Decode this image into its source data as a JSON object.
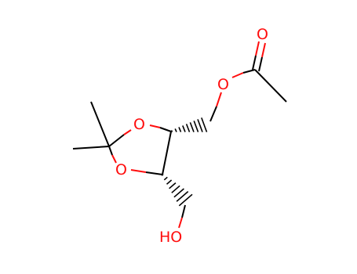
{
  "structure": {
    "atoms": {
      "ring_o_top": "O",
      "ring_o_bottom": "O",
      "ester_o": "O",
      "carbonyl_o": "O",
      "hydroxyl": "HO"
    },
    "colors": {
      "carbon_bond": "#000000",
      "oxygen": "#ff0d0d"
    },
    "stereo_bonds": [
      "hashed-wedge-to-acetoxymethyl",
      "hashed-wedge-to-hydroxymethyl"
    ]
  }
}
